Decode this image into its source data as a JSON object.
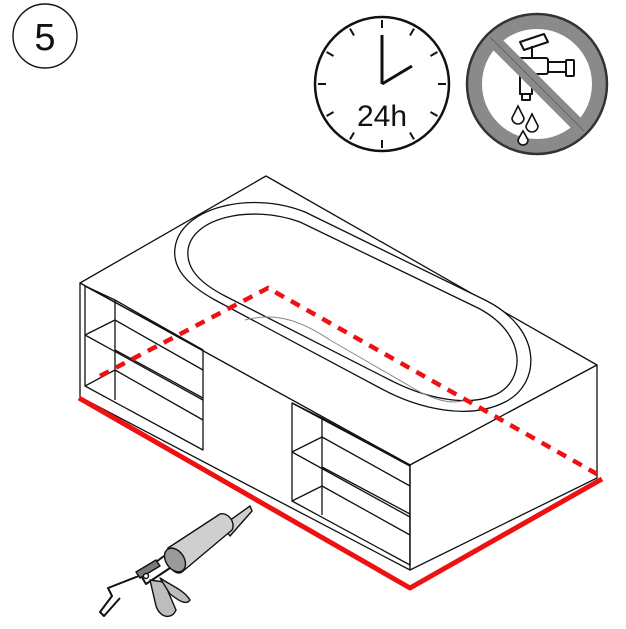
{
  "step": {
    "number": "5"
  },
  "cure_time": {
    "label": "24h",
    "icon": "clock-icon"
  },
  "no_water": {
    "icon": "no-water-tap-icon"
  },
  "colors": {
    "line": "#111111",
    "seal": "#ee1111",
    "prohibit_fill": "#8a8a8a",
    "prohibit_stroke": "#333333",
    "gun_fill": "#cfcfcf",
    "gun_dark": "#7a7a7a"
  },
  "illustration": {
    "object": "bathtub-with-shelves",
    "tool": "caulking-gun-icon",
    "seal_line": "silicone-seal-along-base"
  }
}
